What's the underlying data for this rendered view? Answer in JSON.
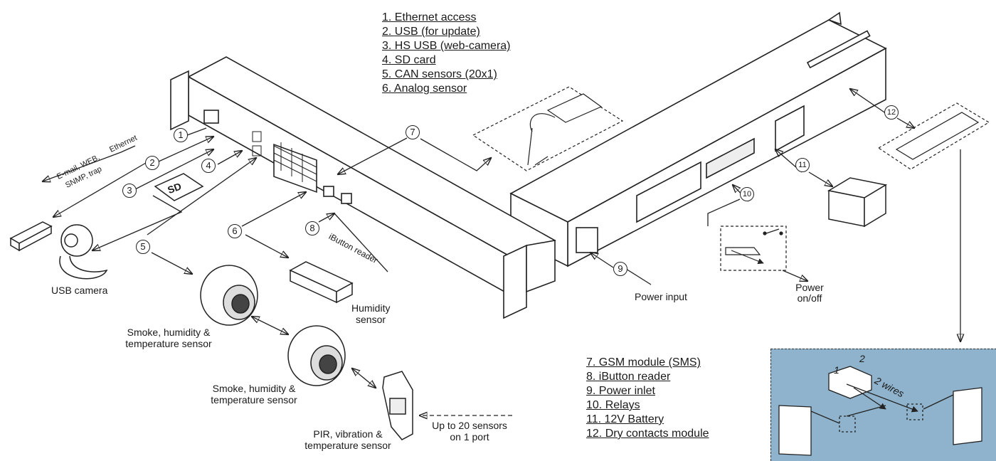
{
  "legend_top": [
    "1. Ethernet access",
    "2. USB (for update)",
    "3. HS USB (web-camera)",
    "4. SD card",
    "5. CAN sensors (20x1)",
    "6. Analog sensor"
  ],
  "legend_bottom": [
    "7. GSM module (SMS)",
    "8. iButton reader",
    "9. Power inlet",
    "10. Relays",
    "11. 12V Battery",
    "12. Dry contacts module"
  ],
  "callouts": [
    "1",
    "2",
    "3",
    "4",
    "5",
    "6",
    "7",
    "8",
    "9",
    "10",
    "11",
    "12"
  ],
  "labels": {
    "usb_camera": "USB camera",
    "humidity_sensor_1": "Humidity",
    "humidity_sensor_2": "sensor",
    "smoke1_l1": "Smoke, humidity &",
    "smoke1_l2": "temperature sensor",
    "smoke2_l1": "Smoke, humidity &",
    "smoke2_l2": "temperature sensor",
    "pir_l1": "PIR, vibration &",
    "pir_l2": "temperature sensor",
    "upto_l1": "Up to 20 sensors",
    "upto_l2": "on 1 port",
    "power_input": "Power input",
    "power_onoff_1": "Power",
    "power_onoff_2": "on/off",
    "email": "E-mail, WEB,",
    "snmp": "SNMP, trap",
    "ethernet": "Ethernet",
    "ibutton": "iButton reader",
    "sd": "SD",
    "inset_2wires": "2 wires",
    "inset_1": "1",
    "inset_2": "2"
  }
}
